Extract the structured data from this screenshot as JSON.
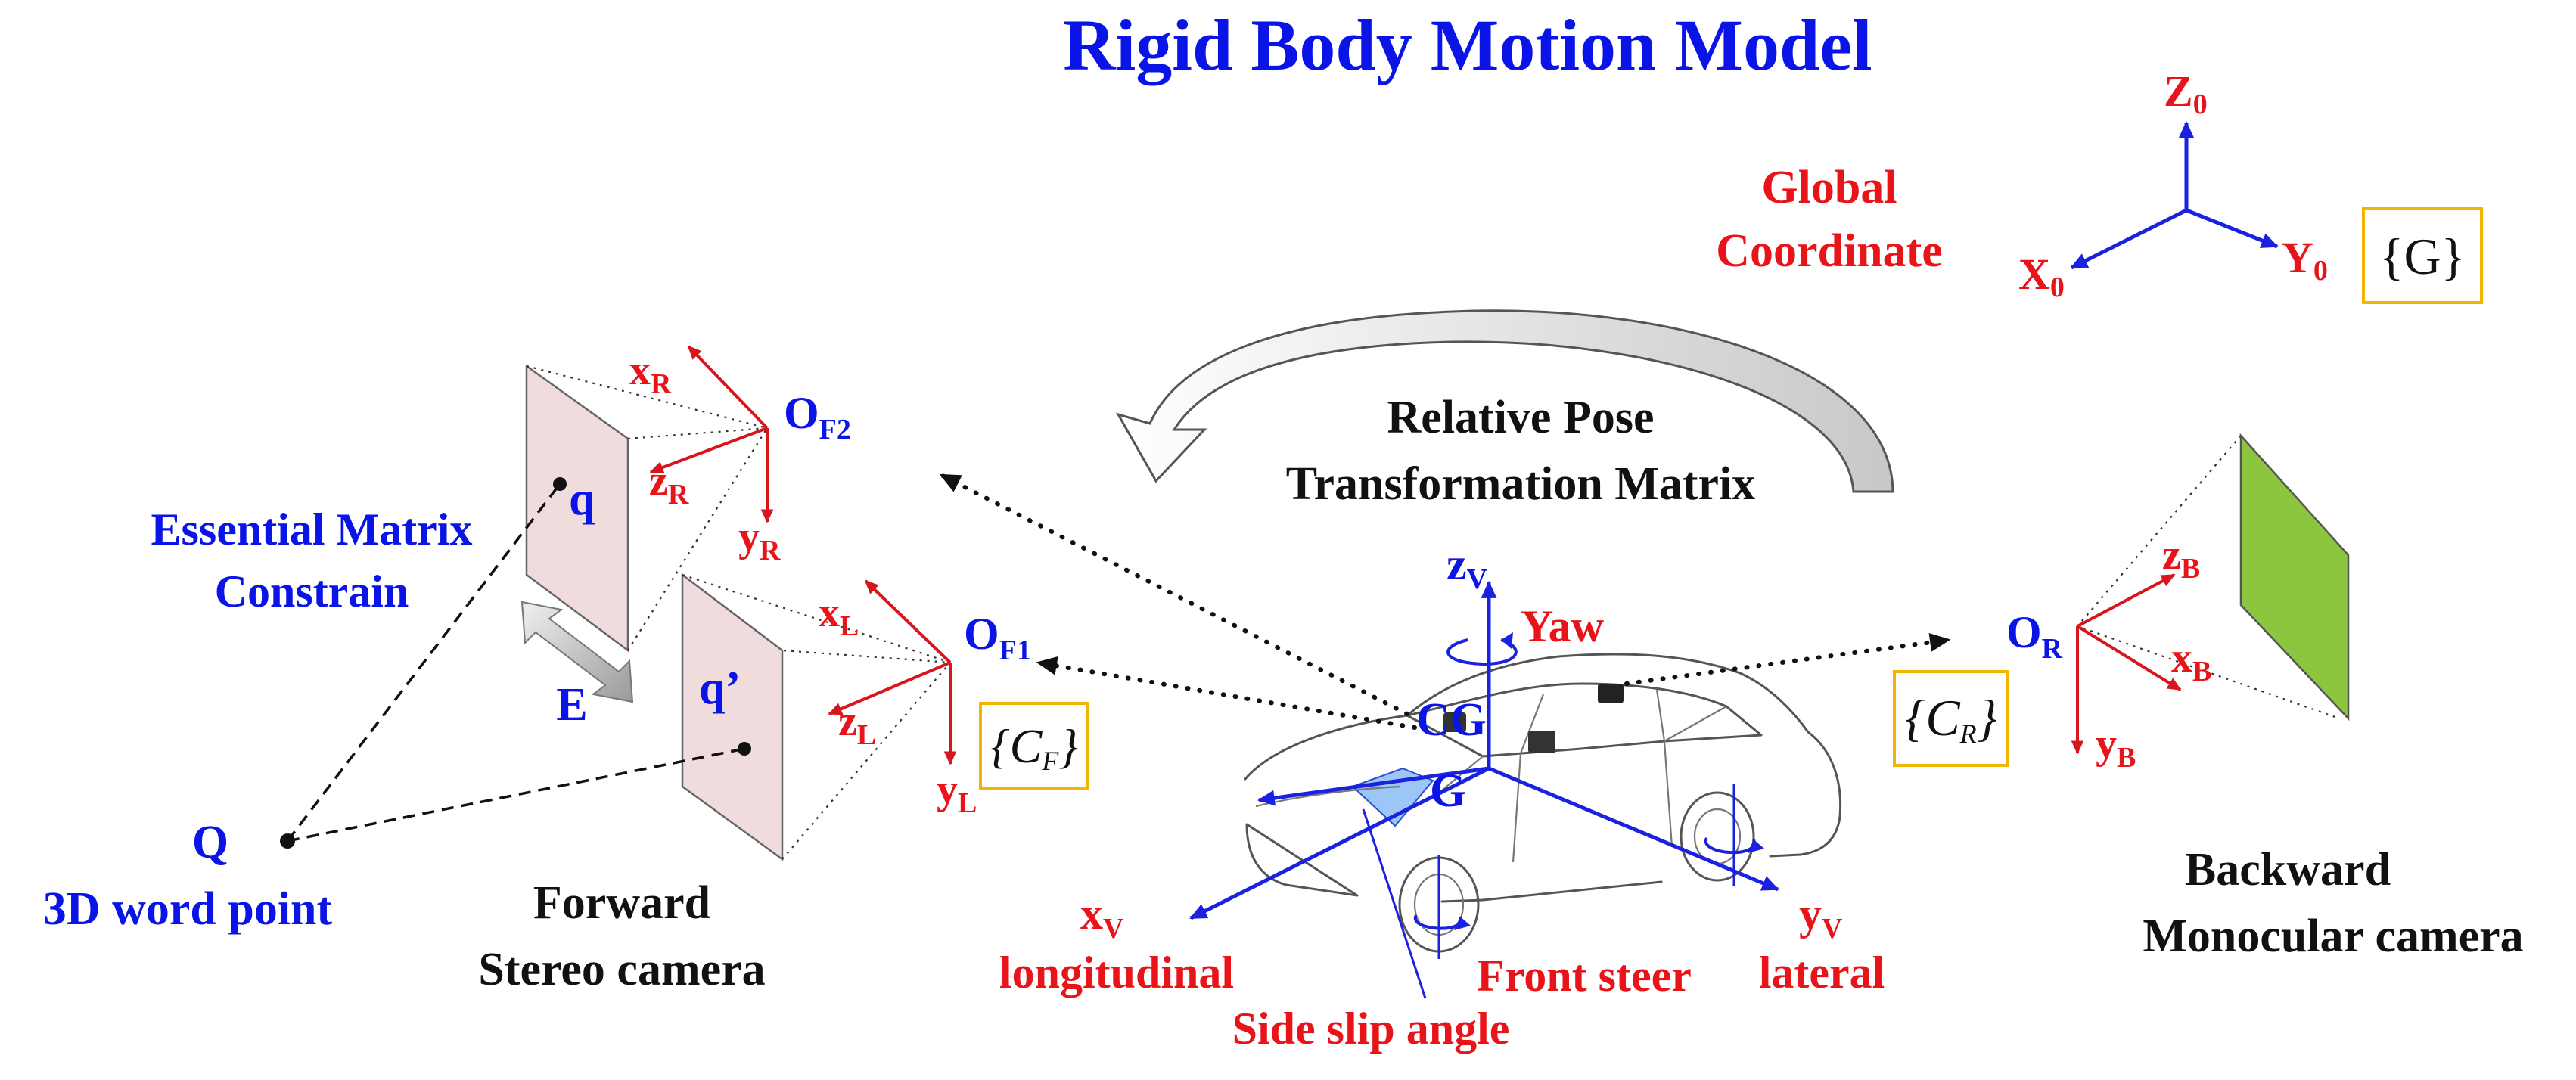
{
  "title": "Rigid Body Motion Model",
  "global": {
    "line1": "Global",
    "line2": "Coordinate",
    "z_axis": "Z",
    "z_sub": "0",
    "y_axis": "Y",
    "y_sub": "0",
    "x_axis": "X",
    "x_sub": "0",
    "frame_label": "G"
  },
  "relative_pose": {
    "line1": "Relative Pose",
    "line2": "Transformation Matrix"
  },
  "essential": {
    "line1": "Essential Matrix",
    "line2": "Constrain",
    "e_label": "E"
  },
  "point": {
    "label": "Q",
    "caption": "3D word point",
    "q_label": "q",
    "q_prime_label": "q’"
  },
  "forward_camera": {
    "line1": "Forward",
    "line2": "Stereo camera",
    "of2": "O",
    "of2_sub": "F2",
    "of1": "O",
    "of1_sub": "F1",
    "xr": "x",
    "xr_sub": "R",
    "zr": "z",
    "zr_sub": "R",
    "yr": "y",
    "yr_sub": "R",
    "xl": "x",
    "xl_sub": "L",
    "zl": "z",
    "zl_sub": "L",
    "yl": "y",
    "yl_sub": "L",
    "frame": "C",
    "frame_sub": "F"
  },
  "vehicle": {
    "zv": "z",
    "zv_sub": "V",
    "yaw": "Yaw",
    "cg": "CG",
    "g": "G",
    "xv": "x",
    "xv_sub": "V",
    "longitudinal": "longitudinal",
    "yv": "y",
    "yv_sub": "V",
    "lateral": "lateral",
    "front_steer": "Front steer",
    "side_slip": "Side slip angle"
  },
  "backward_camera": {
    "line1": "Backward",
    "line2": "Monocular camera",
    "or": "O",
    "or_sub": "R",
    "zb": "z",
    "zb_sub": "B",
    "xb": "x",
    "xb_sub": "B",
    "yb": "y",
    "yb_sub": "B",
    "frame": "C",
    "frame_sub": "R"
  },
  "colors": {
    "title_blue": "#0a14e6",
    "axis_red": "#e8141a",
    "axis_blue": "#1a22e0",
    "frame_box": "#f5b400",
    "image_plane": "#f0dcdc",
    "backward_plane": "#8cc63f",
    "windshield": "#9cc6f6"
  }
}
